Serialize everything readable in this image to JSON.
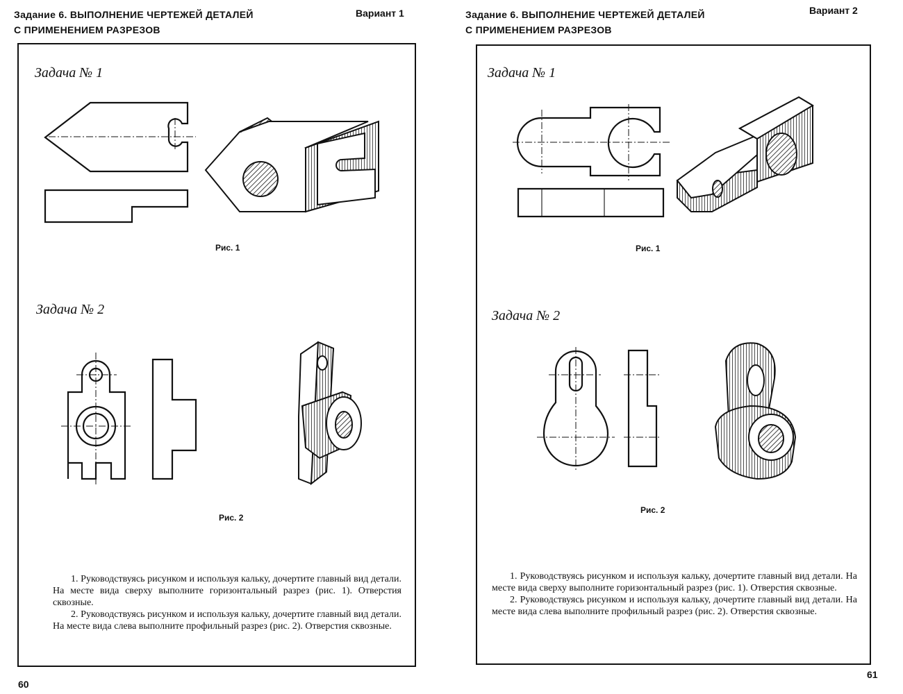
{
  "left": {
    "header_prefix": "Задание 6.",
    "header_line1": "ВЫПОЛНЕНИЕ ЧЕРТЕЖЕЙ ДЕТАЛЕЙ",
    "header_line2": "С ПРИМЕНЕНИЕМ РАЗРЕЗОВ",
    "variant": "Вариант 1",
    "task1": "Задача № 1",
    "fig1_caption": "Рис. 1",
    "task2": "Задача № 2",
    "fig2_caption": "Рис. 2",
    "paragraph1": "1. Руководствуясь рисунком и используя кальку, дочертите главный вид детали. На месте вида сверху выполните горизонтальный разрез (рис. 1). Отверстия сквозные.",
    "paragraph2": "2. Руководствуясь рисунком и используя кальку, дочертите главный вид детали. На месте вида слева выполните профильный разрез (рис. 2). Отверстия сквозные.",
    "page_number": "60"
  },
  "right": {
    "header_prefix": "Задание 6.",
    "header_line1": "ВЫПОЛНЕНИЕ ЧЕРТЕЖЕЙ ДЕТАЛЕЙ",
    "header_line2": "С ПРИМЕНЕНИЕМ РАЗРЕЗОВ",
    "variant": "Вариант 2",
    "task1": "Задача № 1",
    "fig1_caption": "Рис. 1",
    "task2": "Задача № 2",
    "fig2_caption": "Рис. 2",
    "paragraph1": "1. Руководствуясь рисунком и используя кальку, дочертите главный вид детали. На месте вида сверху выполните горизонтальный разрез (рис. 1). Отверстия сквозные.",
    "paragraph2": "2. Руководствуясь рисунком и используя кальку, дочертите главный вид детали. На месте вида слева выполните профильный разрез (рис. 2). Отверстия сквозные.",
    "page_number": "61"
  }
}
